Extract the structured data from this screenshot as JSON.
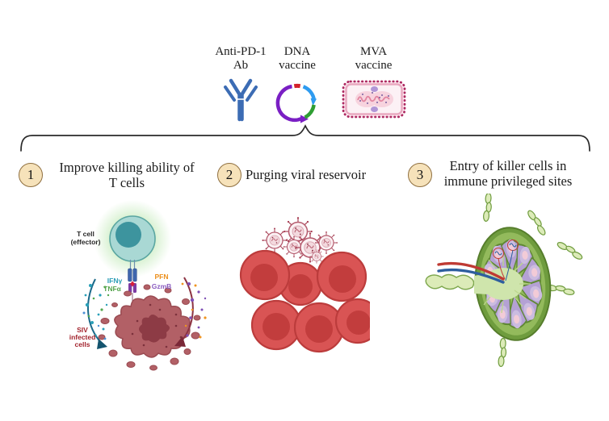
{
  "figure": {
    "interventions": [
      {
        "name": "Anti-PD-1 Ab",
        "lines": [
          "Anti-PD-1",
          "Ab"
        ],
        "icon": "antibody-icon"
      },
      {
        "name": "DNA vaccine",
        "lines": [
          "DNA",
          "vaccine"
        ],
        "icon": "plasmid-icon"
      },
      {
        "name": "MVA vaccine",
        "lines": [
          "MVA",
          "vaccine"
        ],
        "icon": "mva-vaccine-icon"
      }
    ],
    "strategies": [
      {
        "number": "1",
        "label": "Improve killing ability of T cells",
        "lines": [
          "Improve killing ability of",
          "T cells"
        ]
      },
      {
        "number": "2",
        "label": "Purging viral reservoir",
        "lines": [
          "Purging viral reservoir"
        ]
      },
      {
        "number": "3",
        "label": "Entry of killer cells in immune privileged sites",
        "lines": [
          "Entry of killer cells in",
          "immune privileged sites"
        ]
      }
    ],
    "illustrations": {
      "killing": {
        "effector_label_lines": [
          "T cell",
          "(effector)"
        ],
        "left_molecules": [
          {
            "label": "IFNγ",
            "color": "#2a9db6"
          },
          {
            "label": "TNFα",
            "color": "#55a44c"
          }
        ],
        "right_molecules": [
          {
            "label": "PFN",
            "color": "#ec8f1c"
          },
          {
            "label": "GzmB",
            "color": "#8a5cc0"
          }
        ],
        "target_label_lines": [
          "SIV",
          "infected",
          "cells"
        ],
        "icons": [
          "t-cell-icon",
          "immune-synapse-icon",
          "infected-cell-icon"
        ]
      },
      "reservoir": {
        "icons": [
          "virion-icon",
          "infected-cell-cluster-icon"
        ]
      },
      "privileged_sites": {
        "icons": [
          "lymph-node-icon",
          "blood-vessel-icon",
          "lymphatic-vessel-icon"
        ]
      }
    },
    "colors": {
      "background": "#ffffff",
      "text": "#1c1c1c",
      "brace": "#2a2a2a",
      "step_circle_fill": "#f6e2ba",
      "step_circle_border": "#8f6f3f",
      "antibody_blue": "#3c6cb4",
      "plasmid_purple": "#7a1fc4",
      "plasmid_blue": "#2e9bf0",
      "plasmid_green": "#2f9e33",
      "plasmid_red": "#d3222a",
      "mva_border": "#ae2a62",
      "mva_fill": "#fdeaf1",
      "t_cell_teal": "#a9d8d4",
      "t_cell_nucleus": "#3d949e",
      "ifny": "#2a9db6",
      "tnfa": "#55a44c",
      "pfn": "#ec8f1c",
      "gzmb": "#8a5cc0",
      "siv_label": "#a3242e",
      "infected_cell": "#b26066",
      "reservoir_cell": "#d95454",
      "lymph_node_green": "#6f9c3e",
      "lobule_purple": "#b4a1d4",
      "vessel_red": "#bf3a33",
      "vessel_blue": "#2d5e9e"
    }
  }
}
